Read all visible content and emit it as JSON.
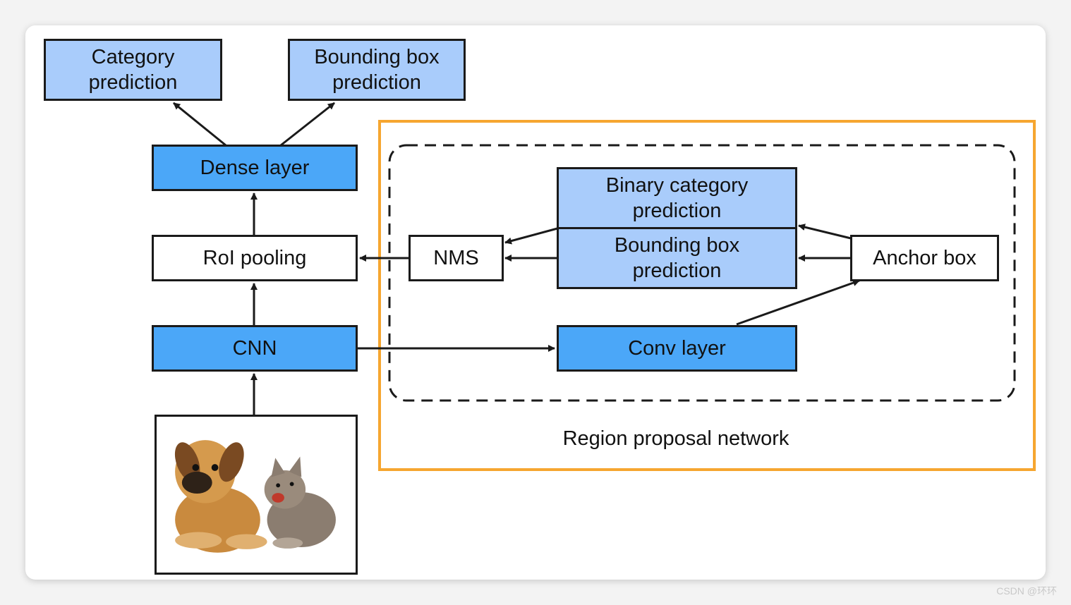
{
  "nodes": {
    "category_prediction": "Category\nprediction",
    "bbox_prediction_top": "Bounding box\nprediction",
    "dense_layer": "Dense layer",
    "roi_pooling": "RoI pooling",
    "cnn": "CNN",
    "nms": "NMS",
    "binary_category_prediction": "Binary category\nprediction",
    "bbox_prediction_rpn": "Bounding box\nprediction",
    "anchor_box": "Anchor box",
    "conv_layer": "Conv layer"
  },
  "region_label": "Region proposal network",
  "watermark": "CSDN @环环",
  "colors": {
    "light_blue": "#a9ccfb",
    "dark_blue": "#4ba7f8",
    "rpn_border": "#f6a630",
    "stroke": "#1a1a1a"
  },
  "image": {
    "content": "puppy-and-kitten-photo"
  }
}
